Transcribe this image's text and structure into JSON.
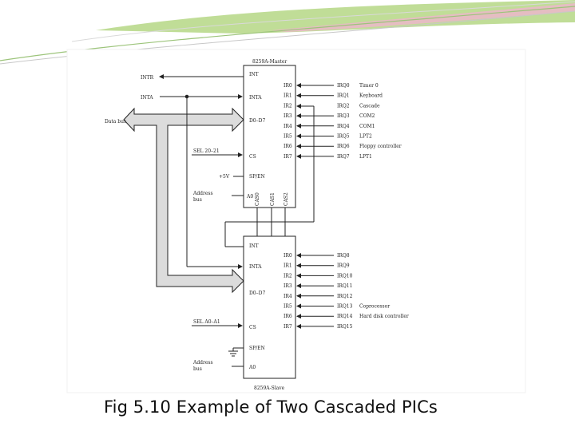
{
  "caption": "Fig 5.10 Example of Two Cascaded PICs",
  "colors": {
    "banner_green": "#b9d98c",
    "banner_pink": "#e9b9c6",
    "line": "#222222",
    "bus_fill": "#dcdcdc"
  },
  "master": {
    "title": "8259A-Master",
    "pins_left": {
      "int": "INT",
      "inta": "INTA",
      "d": "D0–D7",
      "cs": "CS",
      "spen": "SP/EN"
    },
    "cas": [
      "CAS0",
      "CAS1",
      "CAS2"
    ],
    "ir": [
      "IR0",
      "IR1",
      "IR2",
      "IR3",
      "IR4",
      "IR5",
      "IR6",
      "IR7"
    ],
    "irq": [
      "IRQ0",
      "IRQ1",
      "IRQ2",
      "IRQ3",
      "IRQ4",
      "IRQ5",
      "IRQ6",
      "IRQ7"
    ],
    "devices": [
      "Timer 0",
      "Keyboard",
      "Cascade",
      "COM2",
      "COM1",
      "LPT2",
      "Floppy controller",
      "LPT1"
    ],
    "a0": "A0"
  },
  "slave": {
    "title": "8259A-Slave",
    "pins_left": {
      "int": "INT",
      "inta": "INTA",
      "d": "D0–D7",
      "cs": "CS",
      "spen": "SP/EN"
    },
    "ir": [
      "IR0",
      "IR1",
      "IR2",
      "IR3",
      "IR4",
      "IR5",
      "IR6",
      "IR7"
    ],
    "irq": [
      "IRQ8",
      "IRQ9",
      "IRQ10",
      "IRQ11",
      "IRQ12",
      "IRQ13",
      "IRQ14",
      "IRQ15"
    ],
    "devices": [
      "",
      "",
      "",
      "",
      "",
      "Coprocessor",
      "Hard disk controller",
      ""
    ],
    "a0": "A0"
  },
  "signals": {
    "intr": "INTR",
    "inta": "INTA",
    "databus": "Data bus",
    "sel_master": "SEL 20–21",
    "sel_slave": "SEL A0–A1",
    "vcc": "+5V",
    "addr_master_1": "Address",
    "addr_master_2": "bus",
    "addr_slave_1": "Address",
    "addr_slave_2": "bus"
  }
}
